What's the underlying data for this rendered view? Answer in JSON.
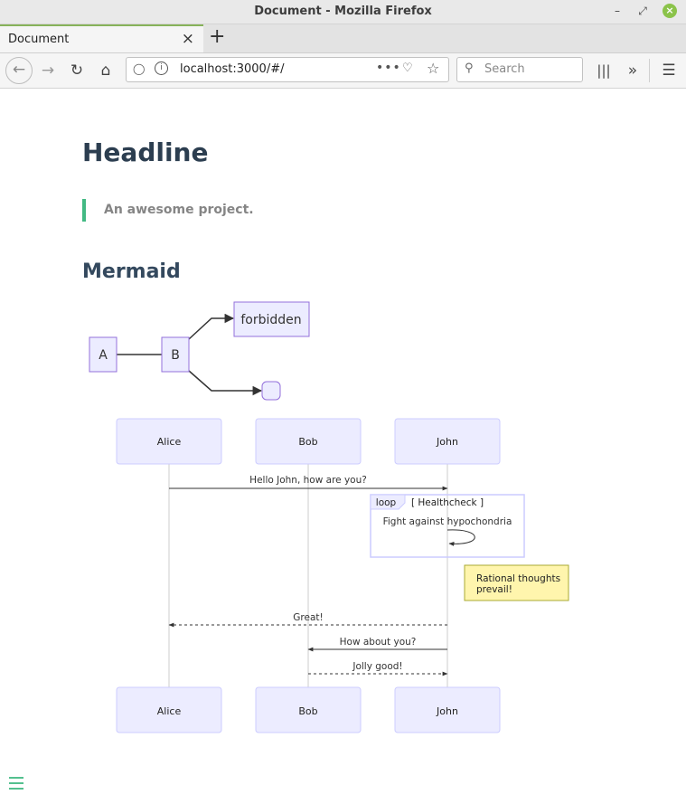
{
  "browser": {
    "window_title": "Document - Mozilla Firefox",
    "tab_title": "Document",
    "url": "localhost:3000/#/",
    "search_placeholder": "Search",
    "accent_color": "#87b25a"
  },
  "page": {
    "headline": "Headline",
    "quote": "An awesome project.",
    "section_title": "Mermaid"
  },
  "flowchart": {
    "nodes": {
      "a": "A",
      "b": "B",
      "forbidden": "forbidden",
      "empty": ""
    }
  },
  "sequence": {
    "actors": [
      "Alice",
      "Bob",
      "John"
    ],
    "messages": {
      "m1": "Hello John, how are you?",
      "m2": "Fight against hypochondria",
      "m3": "Great!",
      "m4": "How about you?",
      "m5": "Jolly good!"
    },
    "loop": {
      "keyword": "loop",
      "label": "[ Healthcheck ]"
    },
    "note_line1": "Rational thoughts",
    "note_line2": "prevail!"
  },
  "colors": {
    "heading": "#2c3e50",
    "quote_bar": "#42b983",
    "node_fill": "#ececff",
    "node_stroke": "#9370db",
    "note_fill": "#fff5ad",
    "note_stroke": "#aaaa33"
  }
}
